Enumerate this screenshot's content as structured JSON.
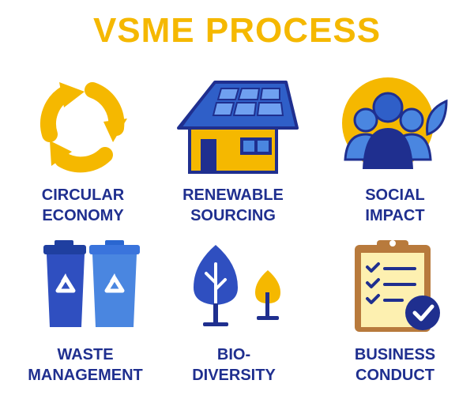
{
  "title": "VSME PROCESS",
  "colors": {
    "accent_yellow": "#f5b800",
    "navy": "#1f2f8f",
    "blue": "#2f5fc8",
    "light_blue": "#4a86e0"
  },
  "items": [
    {
      "icon": "recycle-arrows-icon",
      "line1": "CIRCULAR",
      "line2": "ECONOMY"
    },
    {
      "icon": "solar-house-icon",
      "line1": "RENEWABLE",
      "line2": "SOURCING"
    },
    {
      "icon": "community-people-icon",
      "line1": "SOCIAL",
      "line2": "IMPACT"
    },
    {
      "icon": "recycling-bins-icon",
      "line1": "WASTE",
      "line2": "MANAGEMENT"
    },
    {
      "icon": "trees-icon",
      "line1": "BIO-",
      "line2": "DIVERSITY"
    },
    {
      "icon": "clipboard-checklist-icon",
      "line1": "BUSINESS",
      "line2": "CONDUCT"
    }
  ]
}
